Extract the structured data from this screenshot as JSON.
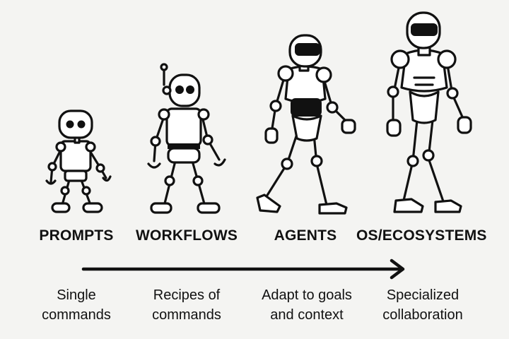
{
  "stages": [
    {
      "title": "PROMPTS",
      "description": "Single\ncommands"
    },
    {
      "title": "WORKFLOWS",
      "description": "Recipes of\ncommands"
    },
    {
      "title": "AGENTS",
      "description": "Adapt to goals\nand context"
    },
    {
      "title": "OS/ECOSYSTEMS",
      "description": "Specialized\ncollaboration"
    }
  ],
  "colors": {
    "ink": "#111111",
    "background": "#f4f4f2",
    "body": "#ffffff"
  },
  "icons": [
    "robot-small-icon",
    "robot-antenna-icon",
    "robot-walking-icon",
    "robot-humanoid-icon",
    "arrow-right-icon"
  ]
}
